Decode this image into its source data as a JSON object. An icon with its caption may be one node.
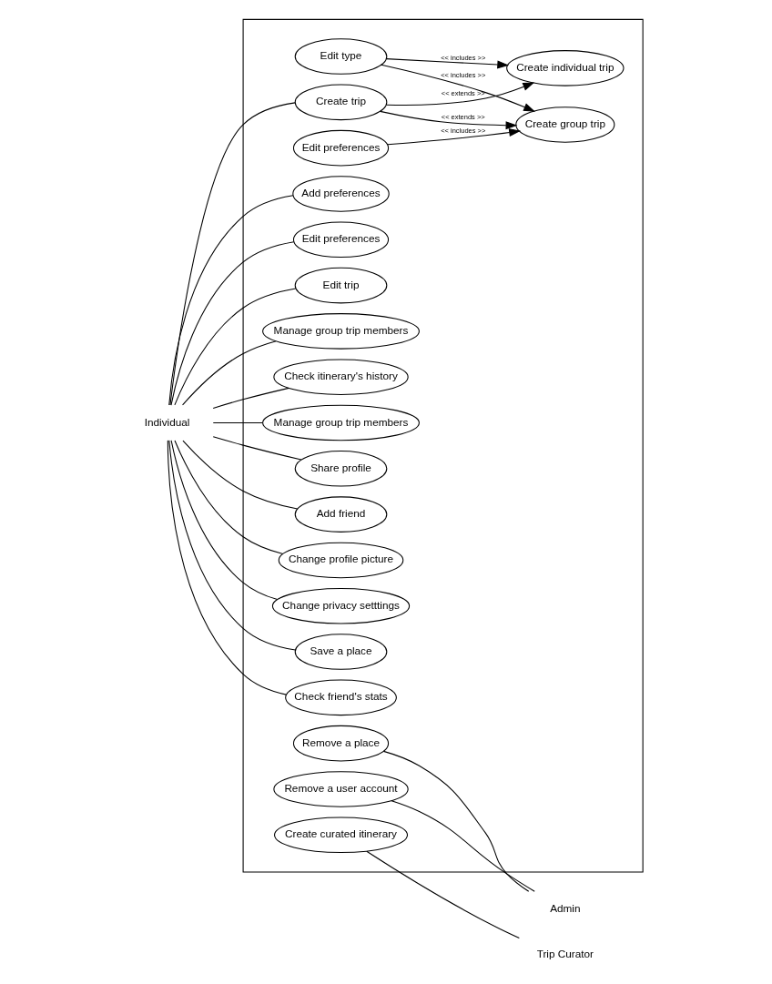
{
  "diagram": {
    "nodes": [
      {
        "text": [],
        "shape": "box"
      },
      {
        "text": [
          "Edit preferences"
        ],
        "in": 0
      },
      {
        "text": [
          "Create group trip"
        ],
        "in": 0
      },
      {
        "text": [
          "Create trip"
        ],
        "in": 0
      },
      {
        "text": [
          "Edit type"
        ],
        "in": 0
      },
      {
        "text": [
          "Create individual trip"
        ],
        "in": 0
      },
      {
        "text": [
          "Add preferences"
        ],
        "in": 0
      },
      {
        "text": [
          "Edit preferences"
        ],
        "in": 0
      },
      {
        "text": [
          "Edit trip"
        ],
        "in": 0
      },
      {
        "text": [
          "Manage group trip members"
        ],
        "in": 0
      },
      {
        "text": [
          "Check itinerary's history"
        ],
        "in": 0
      },
      {
        "text": [
          "Manage group trip members"
        ],
        "in": 0
      },
      {
        "text": [
          "Share profile"
        ],
        "in": 0
      },
      {
        "text": [
          "Add friend"
        ],
        "in": 0
      },
      {
        "text": [
          "Change profile picture"
        ],
        "in": 0
      },
      {
        "text": [
          "Change privacy setttings"
        ],
        "in": 0
      },
      {
        "text": [
          "Save a place"
        ],
        "in": 0
      },
      {
        "text": [
          "Check friend's stats"
        ],
        "in": 0
      },
      {
        "text": [
          "Remove a place"
        ],
        "in": 0
      },
      {
        "text": [
          "Remove a user account"
        ],
        "in": 0
      },
      {
        "text": [
          "Create curated itinerary"
        ],
        "in": 0
      },
      {
        "text": [
          "Individual"
        ]
      },
      {
        "text": [
          "Admin"
        ]
      },
      {
        "text": [
          "Trip Curator"
        ]
      }
    ],
    "edges": [
      {
        "from": 1,
        "to": 2,
        "arrow": "to",
        "label": "<< includes >>"
      },
      {
        "from": 3,
        "to": 2,
        "arrow": "to",
        "label": "<< extends >>"
      },
      {
        "from": 4,
        "to": 2,
        "arrow": "to",
        "label": "<< includes >>"
      },
      {
        "from": 3,
        "to": 5,
        "arrow": "to",
        "label": "<< extends >>"
      },
      {
        "from": 4,
        "to": 5,
        "arrow": "to",
        "label": "<< includes >>"
      },
      {
        "from": 21,
        "to": 3,
        "arrow": "none"
      },
      {
        "from": 21,
        "to": 6,
        "arrow": "none"
      },
      {
        "from": 21,
        "to": 7,
        "arrow": "none"
      },
      {
        "from": 21,
        "to": 8,
        "arrow": "none"
      },
      {
        "from": 21,
        "to": 9,
        "arrow": "none"
      },
      {
        "from": 21,
        "to": 10,
        "arrow": "none"
      },
      {
        "from": 21,
        "to": 11,
        "arrow": "none"
      },
      {
        "from": 21,
        "to": 12,
        "arrow": "none"
      },
      {
        "from": 21,
        "to": 13,
        "arrow": "none"
      },
      {
        "from": 21,
        "to": 14,
        "arrow": "none"
      },
      {
        "from": 21,
        "to": 15,
        "arrow": "none"
      },
      {
        "from": 21,
        "to": 16,
        "arrow": "none"
      },
      {
        "from": 21,
        "to": 17,
        "arrow": "none"
      },
      {
        "from": 18,
        "to": 22,
        "arrow": "none"
      },
      {
        "from": 19,
        "to": 22,
        "arrow": "none"
      },
      {
        "from": 20,
        "to": 23,
        "arrow": "none"
      }
    ]
  }
}
